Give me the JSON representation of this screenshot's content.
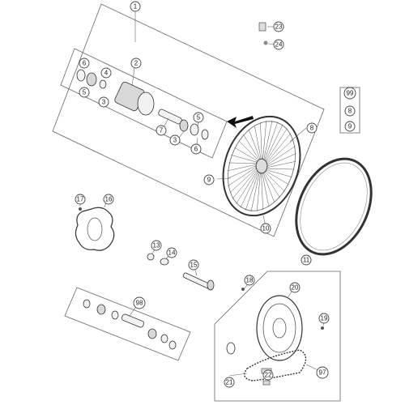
{
  "callouts": [
    {
      "id": "c1",
      "label": "1"
    },
    {
      "id": "c2",
      "label": "2"
    },
    {
      "id": "c3a",
      "label": "3"
    },
    {
      "id": "c3b",
      "label": "3"
    },
    {
      "id": "c4",
      "label": "4"
    },
    {
      "id": "c5a",
      "label": "5"
    },
    {
      "id": "c5b",
      "label": "5"
    },
    {
      "id": "c6a",
      "label": "6"
    },
    {
      "id": "c6b",
      "label": "6"
    },
    {
      "id": "c7",
      "label": "7"
    },
    {
      "id": "c8",
      "label": "8"
    },
    {
      "id": "c9",
      "label": "9"
    },
    {
      "id": "c10",
      "label": "10"
    },
    {
      "id": "c11",
      "label": "11"
    },
    {
      "id": "c13",
      "label": "13"
    },
    {
      "id": "c14",
      "label": "14"
    },
    {
      "id": "c15",
      "label": "15"
    },
    {
      "id": "c16",
      "label": "16"
    },
    {
      "id": "c17",
      "label": "17"
    },
    {
      "id": "c18",
      "label": "18"
    },
    {
      "id": "c19",
      "label": "19"
    },
    {
      "id": "c20",
      "label": "20"
    },
    {
      "id": "c21",
      "label": "21"
    },
    {
      "id": "c22",
      "label": "22"
    },
    {
      "id": "c23",
      "label": "23"
    },
    {
      "id": "c24",
      "label": "24"
    },
    {
      "id": "c97",
      "label": "97"
    },
    {
      "id": "c98",
      "label": "98"
    },
    {
      "id": "c99",
      "label": "99"
    },
    {
      "id": "c99-8",
      "label": "8"
    },
    {
      "id": "c99-9",
      "label": "9"
    }
  ]
}
